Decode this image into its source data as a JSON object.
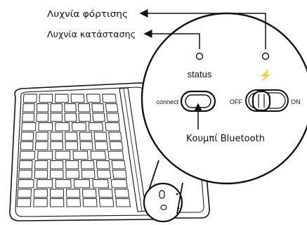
{
  "callouts": {
    "charging_light": "Λυχνία φόρτισης",
    "status_light": "Λυχνία κατάστασης",
    "bluetooth_button": "Κουμπί Bluetooth"
  },
  "zoom": {
    "status_label": "status",
    "connect_label": "connect",
    "off_label": "OFF",
    "on_label": "ON",
    "charge_symbol": "⚡"
  },
  "colors": {
    "line": "#111111",
    "background": "#ffffff"
  }
}
